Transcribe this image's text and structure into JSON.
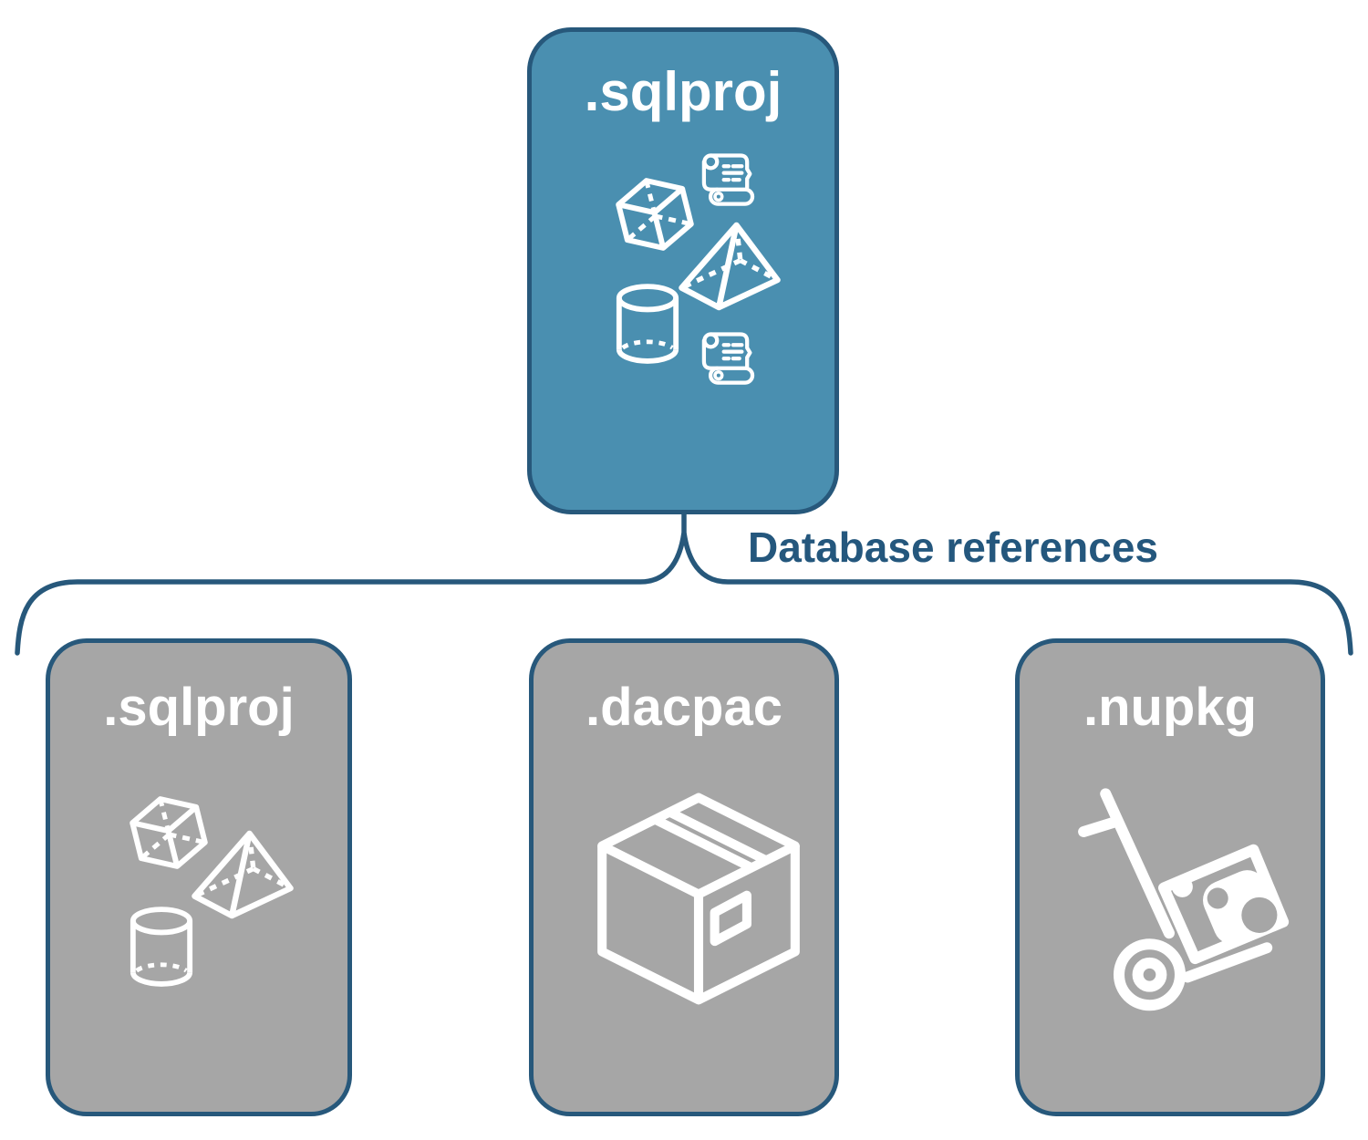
{
  "parent_node": {
    "label": ".sqlproj",
    "icons": [
      "cube-icon",
      "scroll-icon",
      "pyramid-icon",
      "cylinder-icon",
      "scroll-icon"
    ]
  },
  "connector": {
    "label": "Database references"
  },
  "child_nodes": [
    {
      "label": ".sqlproj",
      "icons": [
        "cube-icon",
        "pyramid-icon",
        "cylinder-icon"
      ]
    },
    {
      "label": ".dacpac",
      "icons": [
        "package-box-icon"
      ]
    },
    {
      "label": ".nupkg",
      "icons": [
        "nuget-hand-truck-icon"
      ]
    }
  ],
  "colors": {
    "parent_fill": "#4A8FB0",
    "child_fill": "#A6A6A6",
    "node_border": "#27587B",
    "connector_line": "#27587B",
    "label_text": "#24577D",
    "icon": "#FFFFFF",
    "background": "#FFFFFF"
  }
}
